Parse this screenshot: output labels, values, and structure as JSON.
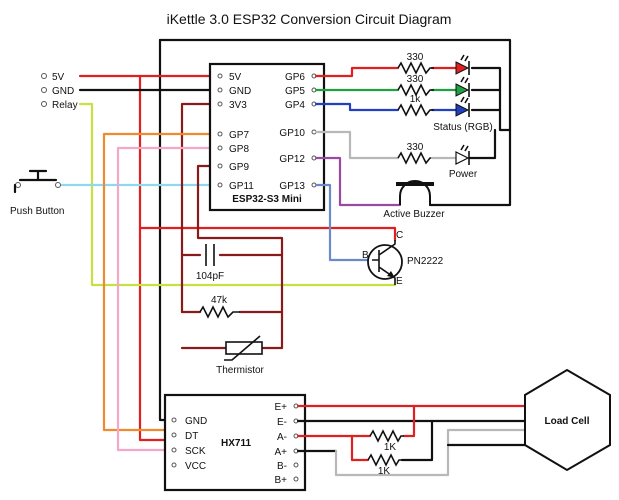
{
  "title": "iKettle 3.0 ESP32 Conversion Circuit Diagram",
  "inputs": {
    "v5": "5V",
    "gnd": "GND",
    "relay": "Relay"
  },
  "push_button": "Push Button",
  "mcu": {
    "name": "ESP32-S3 Mini",
    "left_pins": [
      "5V",
      "GND",
      "3V3",
      "GP7",
      "GP8",
      "GP9",
      "GP11"
    ],
    "right_pins": [
      "GP6",
      "GP5",
      "GP4",
      "GP10",
      "GP12",
      "GP13"
    ]
  },
  "resistors": {
    "red": "330",
    "green": "330",
    "blue": "1k",
    "power": "330",
    "pullup": "47k",
    "bridge1": "1K",
    "bridge2": "1K"
  },
  "led_labels": {
    "status": "Status (RGB)",
    "power": "Power"
  },
  "buzzer": "Active Buzzer",
  "transistor": {
    "name": "PN2222",
    "c": "C",
    "b": "B",
    "e": "E"
  },
  "capacitor": "104pF",
  "thermistor": "Thermistor",
  "hx711": {
    "name": "HX711",
    "left_pins": [
      "GND",
      "DT",
      "SCK",
      "VCC"
    ],
    "right_pins": [
      "E+",
      "E-",
      "A-",
      "A+",
      "B-",
      "B+"
    ]
  },
  "load_cell": "Load Cell",
  "colors": {
    "red": "#e02020",
    "dark_red": "#8b1a1a",
    "green": "#20a040",
    "blue": "#2040c0",
    "gray": "#b8b8b8",
    "purple": "#9a4aa0",
    "orange": "#f08a30",
    "pink": "#f4a8c8",
    "cyan": "#8ed8f0",
    "lime": "#c8e040",
    "steel": "#6a8ac8",
    "black": "#111111"
  }
}
